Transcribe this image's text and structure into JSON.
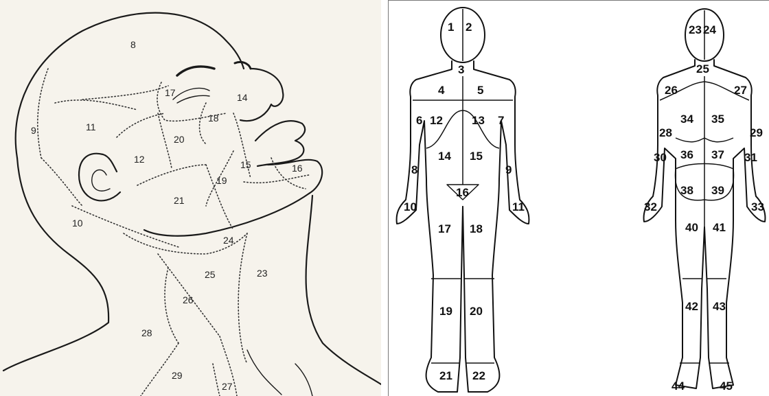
{
  "head_diagram": {
    "regions": [
      {
        "number": "8"
      },
      {
        "number": "9"
      },
      {
        "number": "10"
      },
      {
        "number": "11"
      },
      {
        "number": "12"
      },
      {
        "number": "14"
      },
      {
        "number": "15"
      },
      {
        "number": "16"
      },
      {
        "number": "17"
      },
      {
        "number": "18"
      },
      {
        "number": "19"
      },
      {
        "number": "20"
      },
      {
        "number": "21"
      },
      {
        "number": "23"
      },
      {
        "number": "24"
      },
      {
        "number": "25"
      },
      {
        "number": "26"
      },
      {
        "number": "27"
      },
      {
        "number": "28"
      },
      {
        "number": "29"
      }
    ]
  },
  "body_diagram": {
    "front_regions": [
      {
        "number": "1"
      },
      {
        "number": "2"
      },
      {
        "number": "3"
      },
      {
        "number": "4"
      },
      {
        "number": "5"
      },
      {
        "number": "6"
      },
      {
        "number": "12"
      },
      {
        "number": "13"
      },
      {
        "number": "7"
      },
      {
        "number": "14"
      },
      {
        "number": "15"
      },
      {
        "number": "8"
      },
      {
        "number": "9"
      },
      {
        "number": "16"
      },
      {
        "number": "10"
      },
      {
        "number": "11"
      },
      {
        "number": "17"
      },
      {
        "number": "18"
      },
      {
        "number": "19"
      },
      {
        "number": "20"
      },
      {
        "number": "21"
      },
      {
        "number": "22"
      }
    ],
    "back_regions": [
      {
        "number": "23"
      },
      {
        "number": "24"
      },
      {
        "number": "25"
      },
      {
        "number": "26"
      },
      {
        "number": "27"
      },
      {
        "number": "34"
      },
      {
        "number": "35"
      },
      {
        "number": "28"
      },
      {
        "number": "29"
      },
      {
        "number": "30"
      },
      {
        "number": "36"
      },
      {
        "number": "37"
      },
      {
        "number": "31"
      },
      {
        "number": "38"
      },
      {
        "number": "39"
      },
      {
        "number": "32"
      },
      {
        "number": "33"
      },
      {
        "number": "40"
      },
      {
        "number": "41"
      },
      {
        "number": "42"
      },
      {
        "number": "43"
      },
      {
        "number": "44"
      },
      {
        "number": "45"
      }
    ]
  }
}
